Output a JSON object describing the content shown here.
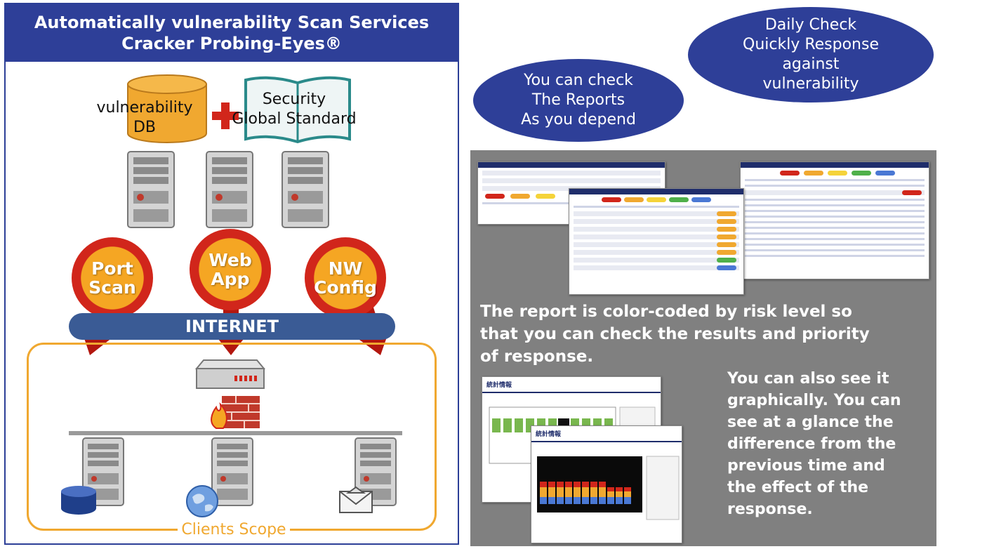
{
  "left": {
    "title_line1": "Automatically vulnerability Scan Services",
    "title_line2": "Cracker Probing-Eyes®",
    "db_label_line1": "vulnerability",
    "db_label_line2": "DB",
    "std_label_line1": "Security",
    "std_label_line2": "Global Standard",
    "scans": [
      {
        "line1": "Port",
        "line2": "Scan"
      },
      {
        "line1": "Web",
        "line2": "App"
      },
      {
        "line1": "NW",
        "line2": "Config"
      }
    ],
    "internet_label": "INTERNET",
    "clients_scope_label": "Clients Scope"
  },
  "right": {
    "ellipse1": {
      "line1": "You can check",
      "line2": "The Reports",
      "line3": "As you depend"
    },
    "ellipse2": {
      "line1": "Daily Check",
      "line2": "Quickly Response",
      "line3": "against",
      "line4": "vulnerability"
    },
    "report_caption_line1": "The report is color-coded by risk level so",
    "report_caption_line2": "that you can check the results and priority",
    "report_caption_line3": "of response.",
    "graph_caption_lines": [
      "You can also see it",
      "graphically. You can",
      "see at a glance the",
      "difference from the",
      "previous time and",
      "the effect of the",
      "response."
    ],
    "graph_title": "統計情報"
  },
  "colors": {
    "brand_blue": "#2e3f98",
    "accent_orange": "#f5a623",
    "accent_red": "#d1261b",
    "scope_orange": "#f0a830",
    "panel_gray": "#808080"
  }
}
